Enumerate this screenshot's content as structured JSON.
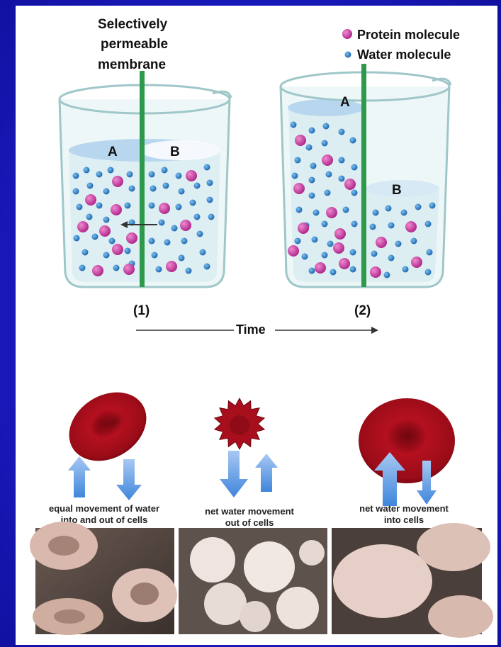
{
  "colors": {
    "background": "#1c1cc4",
    "membrane": "#2c9a4a",
    "protein": "#c0339a",
    "water": "#2f7fc3",
    "cell": "#a30f1c",
    "arrow": "#4a8fe0"
  },
  "membrane_label": [
    "Selectively",
    "permeable",
    "membrane"
  ],
  "legend": {
    "protein": "Protein molecule",
    "water": "Water molecule"
  },
  "beaker1": {
    "label_a": "A",
    "label_b": "B",
    "caption": "(1)"
  },
  "beaker2": {
    "label_a": "A",
    "label_b": "B",
    "caption": "(2)"
  },
  "time_label": "Time",
  "cells": [
    {
      "caption_lines": [
        "equal movement of water",
        "into and out of cells"
      ]
    },
    {
      "caption_lines": [
        "net water movement",
        "out of cells"
      ]
    },
    {
      "caption_lines": [
        "net water movement",
        "into cells"
      ]
    }
  ]
}
